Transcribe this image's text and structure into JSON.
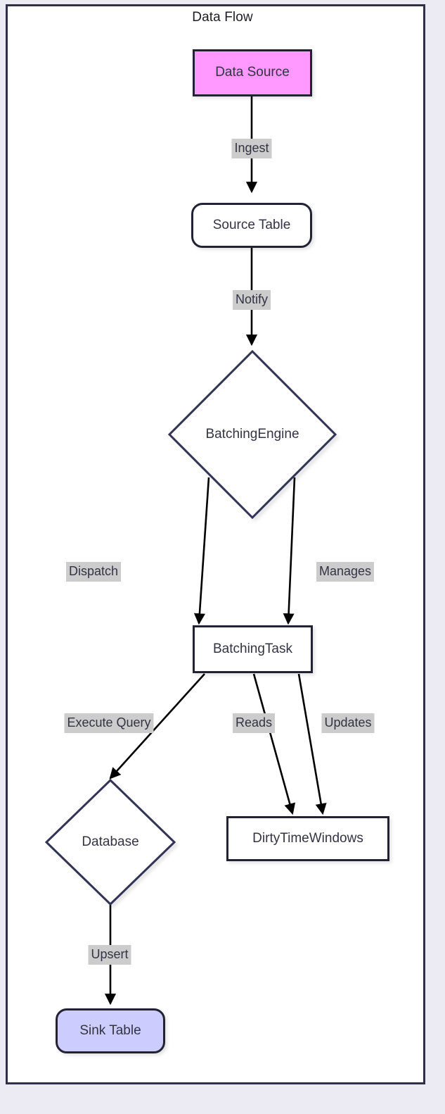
{
  "diagram": {
    "title": "Data Flow",
    "type": "flowchart",
    "direction": "top-to-bottom",
    "colors": {
      "frame_border": "#2f2f4a",
      "page_background": "#eceaf2",
      "node_fill_default": "#ffffff",
      "node_border": "#333355",
      "node_text": "#333344",
      "edge_stroke": "#000000",
      "edge_label_background": "#cccccc",
      "source_fill": "#ff99ff",
      "sink_fill": "#ccccff"
    },
    "nodes": [
      {
        "id": "data-source",
        "label": "Data Source",
        "shape": "rect",
        "fill": "#ff99ff"
      },
      {
        "id": "source-table",
        "label": "Source Table",
        "shape": "stadium",
        "fill": "#ffffff"
      },
      {
        "id": "batching-engine",
        "label": "BatchingEngine",
        "shape": "diamond",
        "fill": "#ffffff"
      },
      {
        "id": "batching-task",
        "label": "BatchingTask",
        "shape": "rect",
        "fill": "#ffffff"
      },
      {
        "id": "database",
        "label": "Database",
        "shape": "diamond",
        "fill": "#ffffff"
      },
      {
        "id": "dirty-time-windows",
        "label": "DirtyTimeWindows",
        "shape": "rect",
        "fill": "#ffffff"
      },
      {
        "id": "sink-table",
        "label": "Sink Table",
        "shape": "stadium",
        "fill": "#ccccff"
      }
    ],
    "edges": [
      {
        "id": "e1",
        "from": "data-source",
        "to": "source-table",
        "label": "Ingest"
      },
      {
        "id": "e2",
        "from": "source-table",
        "to": "batching-engine",
        "label": "Notify"
      },
      {
        "id": "e3",
        "from": "batching-engine",
        "to": "batching-task",
        "label": "Dispatch"
      },
      {
        "id": "e4",
        "from": "batching-engine",
        "to": "batching-task",
        "label": "Manages"
      },
      {
        "id": "e5",
        "from": "batching-task",
        "to": "database",
        "label": "Execute Query"
      },
      {
        "id": "e6",
        "from": "batching-task",
        "to": "dirty-time-windows",
        "label": "Reads"
      },
      {
        "id": "e7",
        "from": "batching-task",
        "to": "dirty-time-windows",
        "label": "Updates"
      },
      {
        "id": "e8",
        "from": "database",
        "to": "sink-table",
        "label": "Upsert"
      }
    ]
  }
}
